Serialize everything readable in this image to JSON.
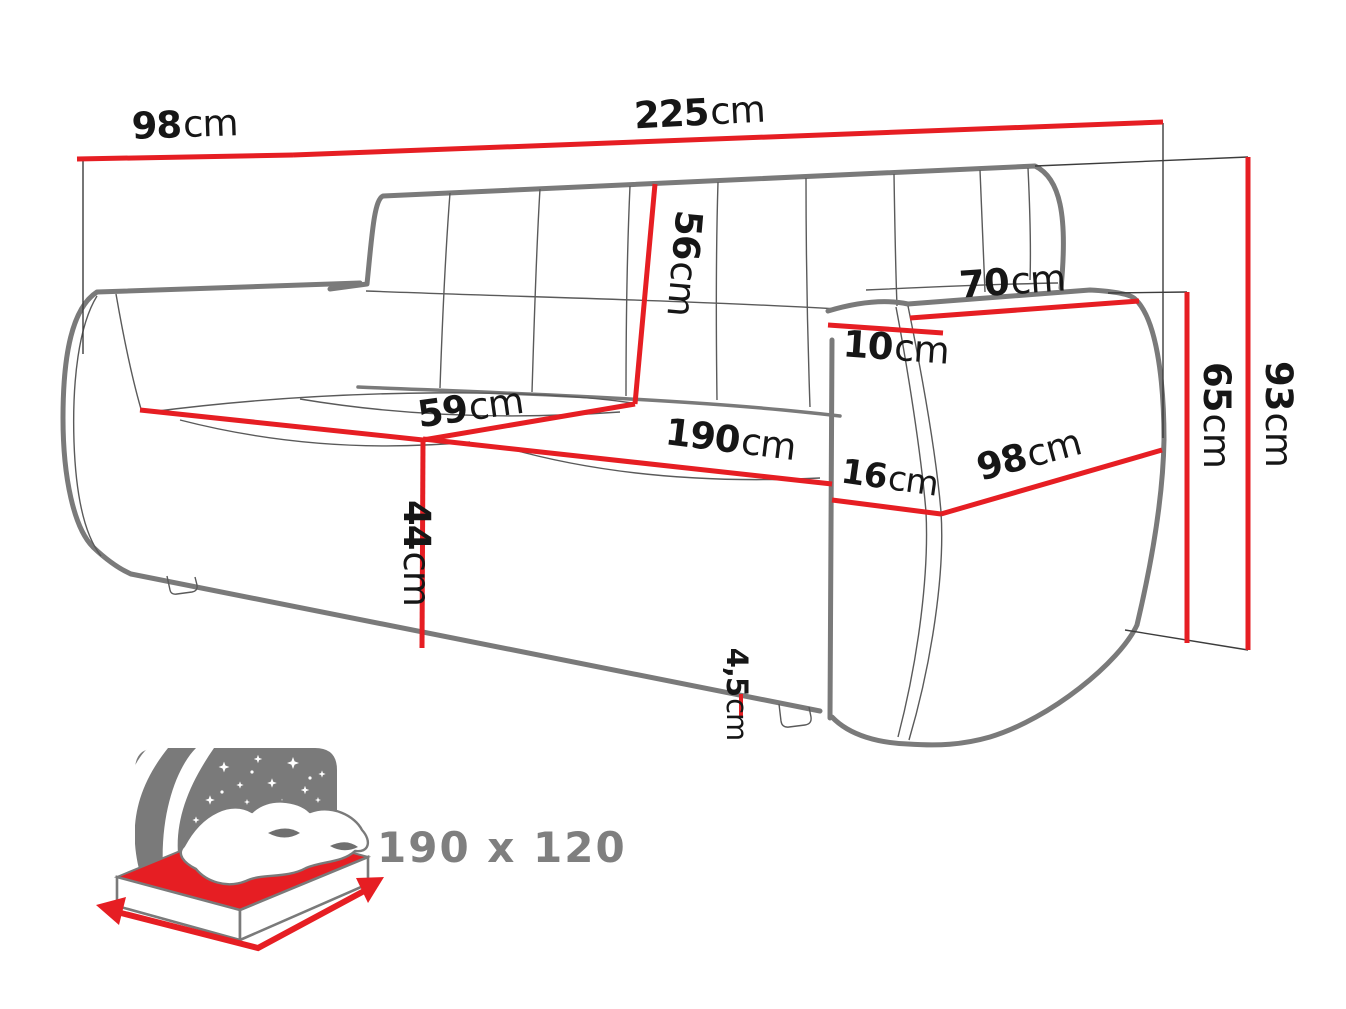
{
  "title": "Sofa-bed dimension diagram",
  "colors": {
    "dimension_line": "#e61e23",
    "sofa_outline": "#7a7a7a",
    "label_text": "#161616",
    "muted_text": "#7f7f7f",
    "background": "#ffffff"
  },
  "dimensions": {
    "back_depth_top": {
      "value": "98",
      "unit": "cm"
    },
    "total_width": {
      "value": "225",
      "unit": "cm"
    },
    "backrest_height": {
      "value": "56",
      "unit": "cm"
    },
    "armrest_length": {
      "value": "70",
      "unit": "cm"
    },
    "armrest_top_width": {
      "value": "10",
      "unit": "cm"
    },
    "armrest_height": {
      "value": "65",
      "unit": "cm"
    },
    "total_height": {
      "value": "93",
      "unit": "cm"
    },
    "seat_depth": {
      "value": "59",
      "unit": "cm"
    },
    "seat_width": {
      "value": "190",
      "unit": "cm"
    },
    "armrest_front_width": {
      "value": "16",
      "unit": "cm"
    },
    "armrest_side_depth": {
      "value": "98",
      "unit": "cm"
    },
    "seat_height": {
      "value": "44",
      "unit": "cm"
    },
    "leg_height": {
      "value": "4,5",
      "unit": "cm"
    }
  },
  "sleeping_area": {
    "label": "190 x 120"
  }
}
